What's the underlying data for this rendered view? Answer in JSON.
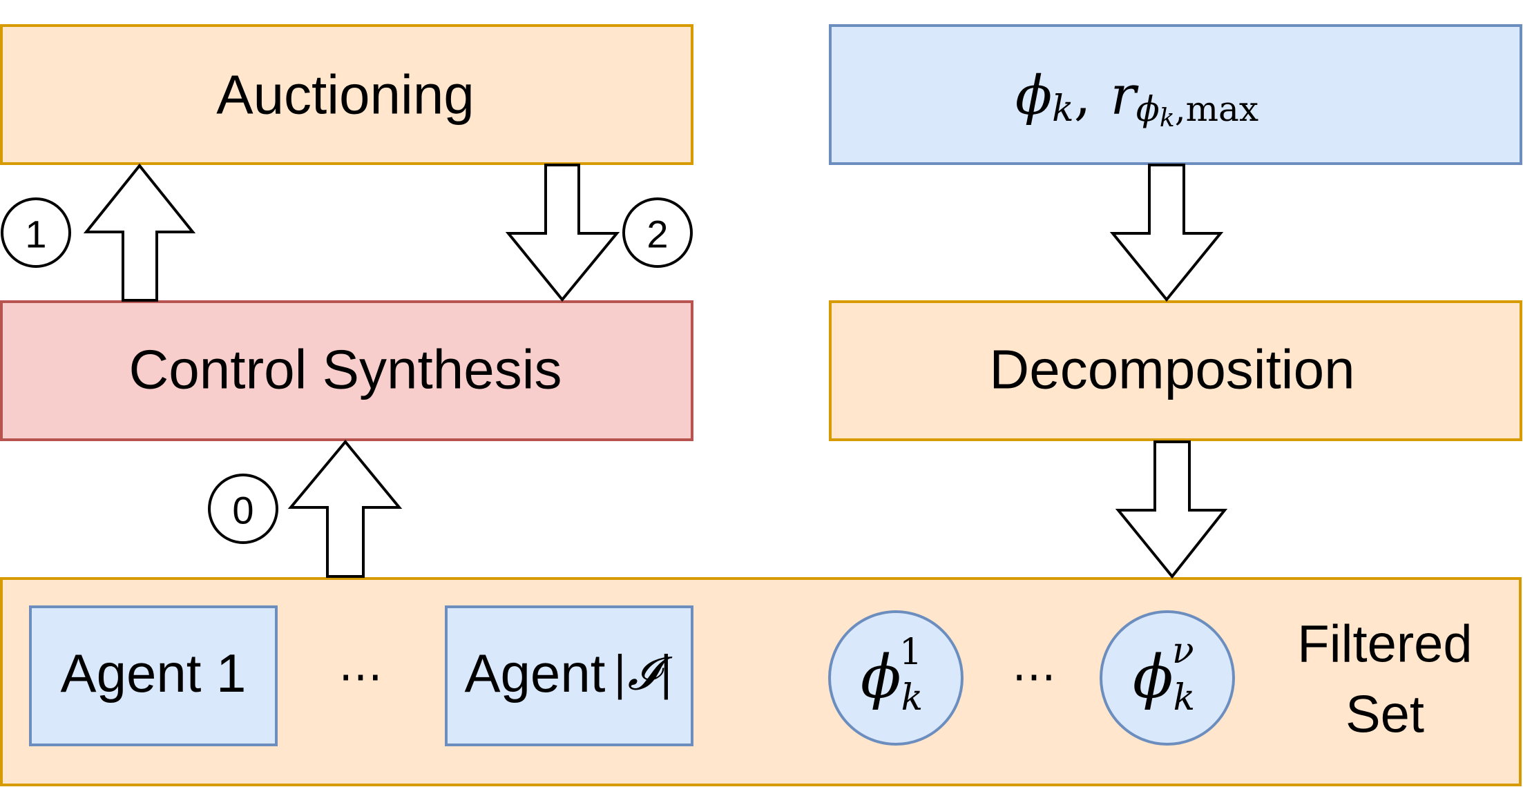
{
  "colors": {
    "orange_fill": "#FFE6CC",
    "orange_stroke": "#D79B00",
    "blue_fill": "#DAE8FC",
    "blue_stroke": "#6C8EBF",
    "red_fill": "#F8CECC",
    "red_stroke": "#B85450"
  },
  "boxes": {
    "auctioning": "Auctioning",
    "control_synthesis": "Control Synthesis",
    "decomposition": "Decomposition",
    "spec_input": {
      "phi": "ϕ",
      "phi_sub": "k",
      "sep": ",",
      "r": "r",
      "r_sub_phi": "ϕ",
      "r_sub_k": "k",
      "r_sub_rest": ",max"
    }
  },
  "steps": {
    "step0": "0",
    "step1": "1",
    "step2": "2"
  },
  "agents": {
    "agent1": "Agent 1",
    "agent_n_label": "Agent",
    "agent_n_math": "|𝓘|",
    "ellipsis": "⋯"
  },
  "subtasks": {
    "first": {
      "phi": "ϕ",
      "sub": "k",
      "sup": "1"
    },
    "last": {
      "phi": "ϕ",
      "sub": "k",
      "sup": "ν"
    },
    "ellipsis": "⋯"
  },
  "filtered_set": {
    "line1": "Filtered",
    "line2": "Set"
  }
}
